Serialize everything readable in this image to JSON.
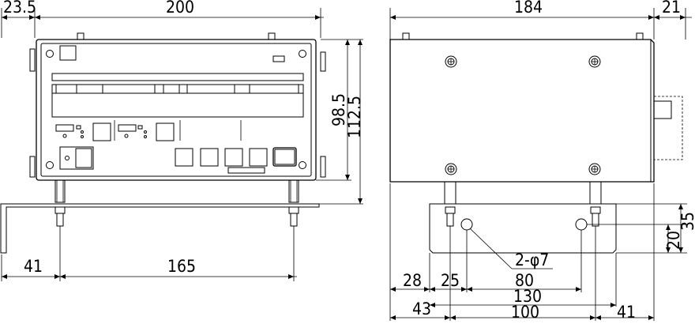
{
  "front_view": {
    "width_dim": "200",
    "offset_dim": "23.5",
    "height_dim_inner": "98.5",
    "height_dim_outer": "112.5",
    "bracket_left_dim": "41",
    "hole_spacing_dim": "165"
  },
  "side_view": {
    "depth_dim": "184",
    "protrusion_dim": "21",
    "bracket_height_dim": "35",
    "hole_height_dim": "20",
    "hole_note": "2-φ7",
    "dim_28": "28",
    "dim_25": "25",
    "dim_80": "80",
    "dim_130": "130",
    "dim_43": "43",
    "dim_100": "100",
    "dim_41": "41"
  }
}
